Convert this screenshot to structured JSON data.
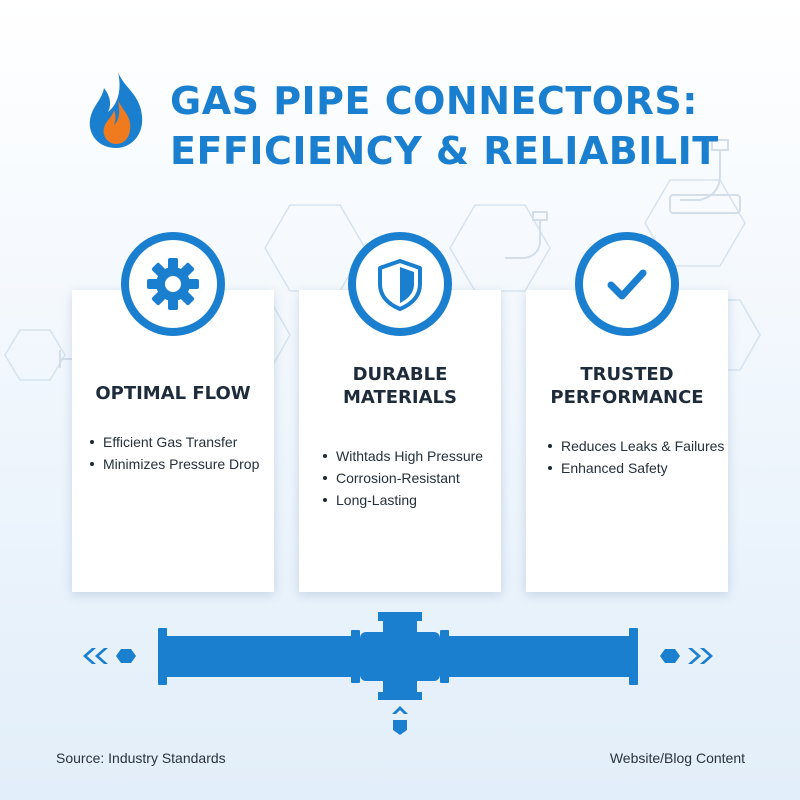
{
  "header": {
    "title_line1": "GAS PIPE CONNECTORS:",
    "title_line2": "EFFICIENCY & RELIABILIT",
    "icon": "flame-icon"
  },
  "cards": [
    {
      "icon": "gear-icon",
      "title_lines": [
        "OPTIMAL FLOW"
      ],
      "bullets": [
        "Efficient Gas Transfer",
        "Minimizes Pressure Drop"
      ]
    },
    {
      "icon": "shield-icon",
      "title_lines": [
        "DURABLE",
        "MATERIALS"
      ],
      "bullets": [
        "Withtads High Pressure",
        "Corrosion-Resistant",
        "Long-Lasting"
      ]
    },
    {
      "icon": "checkmark-icon",
      "title_lines": [
        "TRUSTED",
        "PERFORMANCE"
      ],
      "bullets": [
        "Reduces Leaks & Failures",
        "Enhanced Safety"
      ]
    }
  ],
  "footer": {
    "source": "Source: Industry Standards",
    "channel": "Website/Blog Content"
  },
  "colors": {
    "accent": "#1b7fd0",
    "flame_outer": "#1b7fd0",
    "flame_inner": "#f07a1e",
    "text_dark": "#1d2b3a"
  }
}
